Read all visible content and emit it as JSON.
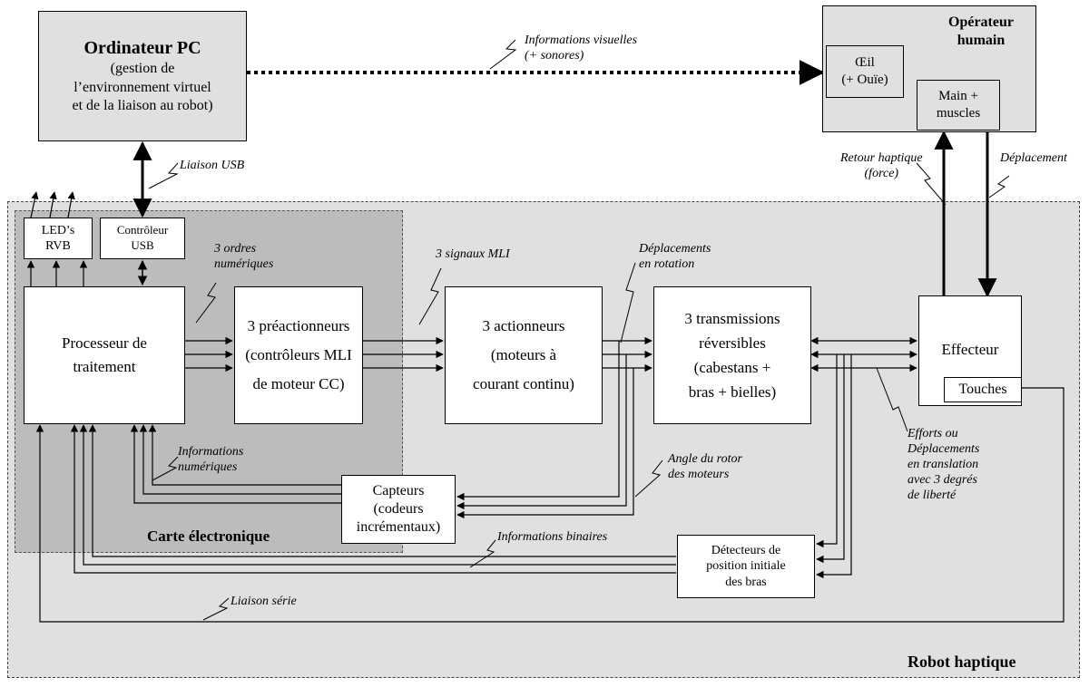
{
  "pc": {
    "title": "Ordinateur PC",
    "lines": [
      "(gestion de",
      "l’environnement virtuel",
      "et de la liaison au robot)"
    ]
  },
  "operator": {
    "title_1": "Opérateur",
    "title_2": "humain",
    "eye_1": "Œil",
    "eye_2": "(+ Ouïe)",
    "hand_1": "Main +",
    "hand_2": "muscles"
  },
  "board": {
    "title": "Carte électronique",
    "leds_1": "LED’s",
    "leds_2": "RVB",
    "usb_1": "Contrôleur",
    "usb_2": "USB"
  },
  "robot": {
    "title": "Robot haptique"
  },
  "blocks": {
    "processor": [
      "Processeur de",
      "traitement"
    ],
    "preact": [
      "3 préactionneurs",
      "(contrôleurs MLI",
      "de moteur CC)"
    ],
    "act": [
      "3 actionneurs",
      "(moteurs à",
      "courant continu)"
    ],
    "trans": [
      "3 transmissions",
      "réversibles",
      "(cabestans +",
      "bras + bielles)"
    ],
    "effector": "Effecteur",
    "keys": "Touches",
    "sensors": [
      "Capteurs",
      "(codeurs",
      "incrémentaux)"
    ],
    "detectors": [
      "Détecteurs de",
      "position initiale",
      "des bras"
    ]
  },
  "labels": {
    "visual_1": "Informations visuelles",
    "visual_2": "(+ sonores)",
    "usb_link": "Liaison USB",
    "orders_1": "3 ordres",
    "orders_2": "numériques",
    "pwm": "3 signaux MLI",
    "rot_1": "Déplacements",
    "rot_2": "en rotation",
    "haptic_1": "Retour haptique",
    "haptic_2": "(force)",
    "displacement": "Déplacement",
    "numinfo_1": "Informations",
    "numinfo_2": "numériques",
    "angle_1": "Angle du rotor",
    "angle_2": "des moteurs",
    "efforts_1": "Efforts ou",
    "efforts_2": "Déplacements",
    "efforts_3": "en translation",
    "efforts_4": "avec 3 degrés",
    "efforts_5": "de liberté",
    "binary": "Informations binaires",
    "serial": "Liaison série"
  }
}
